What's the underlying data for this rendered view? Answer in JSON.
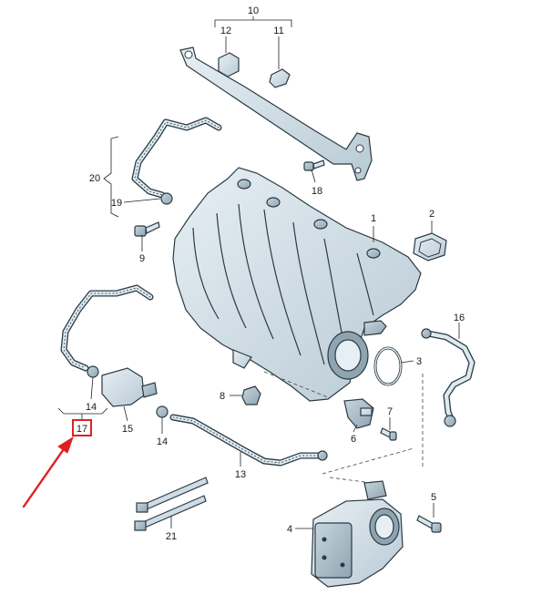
{
  "colors": {
    "part_fill": "#d6e3ea",
    "part_fill_dark": "#aebfca",
    "outline": "#2b3a44",
    "arrow": "#e02020",
    "highlight_box": "#e02020"
  },
  "labels": {
    "p1": "1",
    "p2": "2",
    "p3": "3",
    "p4": "4",
    "p5": "5",
    "p6": "6",
    "p7": "7",
    "p8": "8",
    "p9": "9",
    "p10": "10",
    "p11": "11",
    "p12": "12",
    "p13": "13",
    "p14a": "14",
    "p14b": "14",
    "p15": "15",
    "p16": "16",
    "p17": "17",
    "p18": "18",
    "p19": "19",
    "p20": "20",
    "p21": "21"
  },
  "highlight": {
    "part": "17",
    "icon": "red-pointer-arrow"
  }
}
